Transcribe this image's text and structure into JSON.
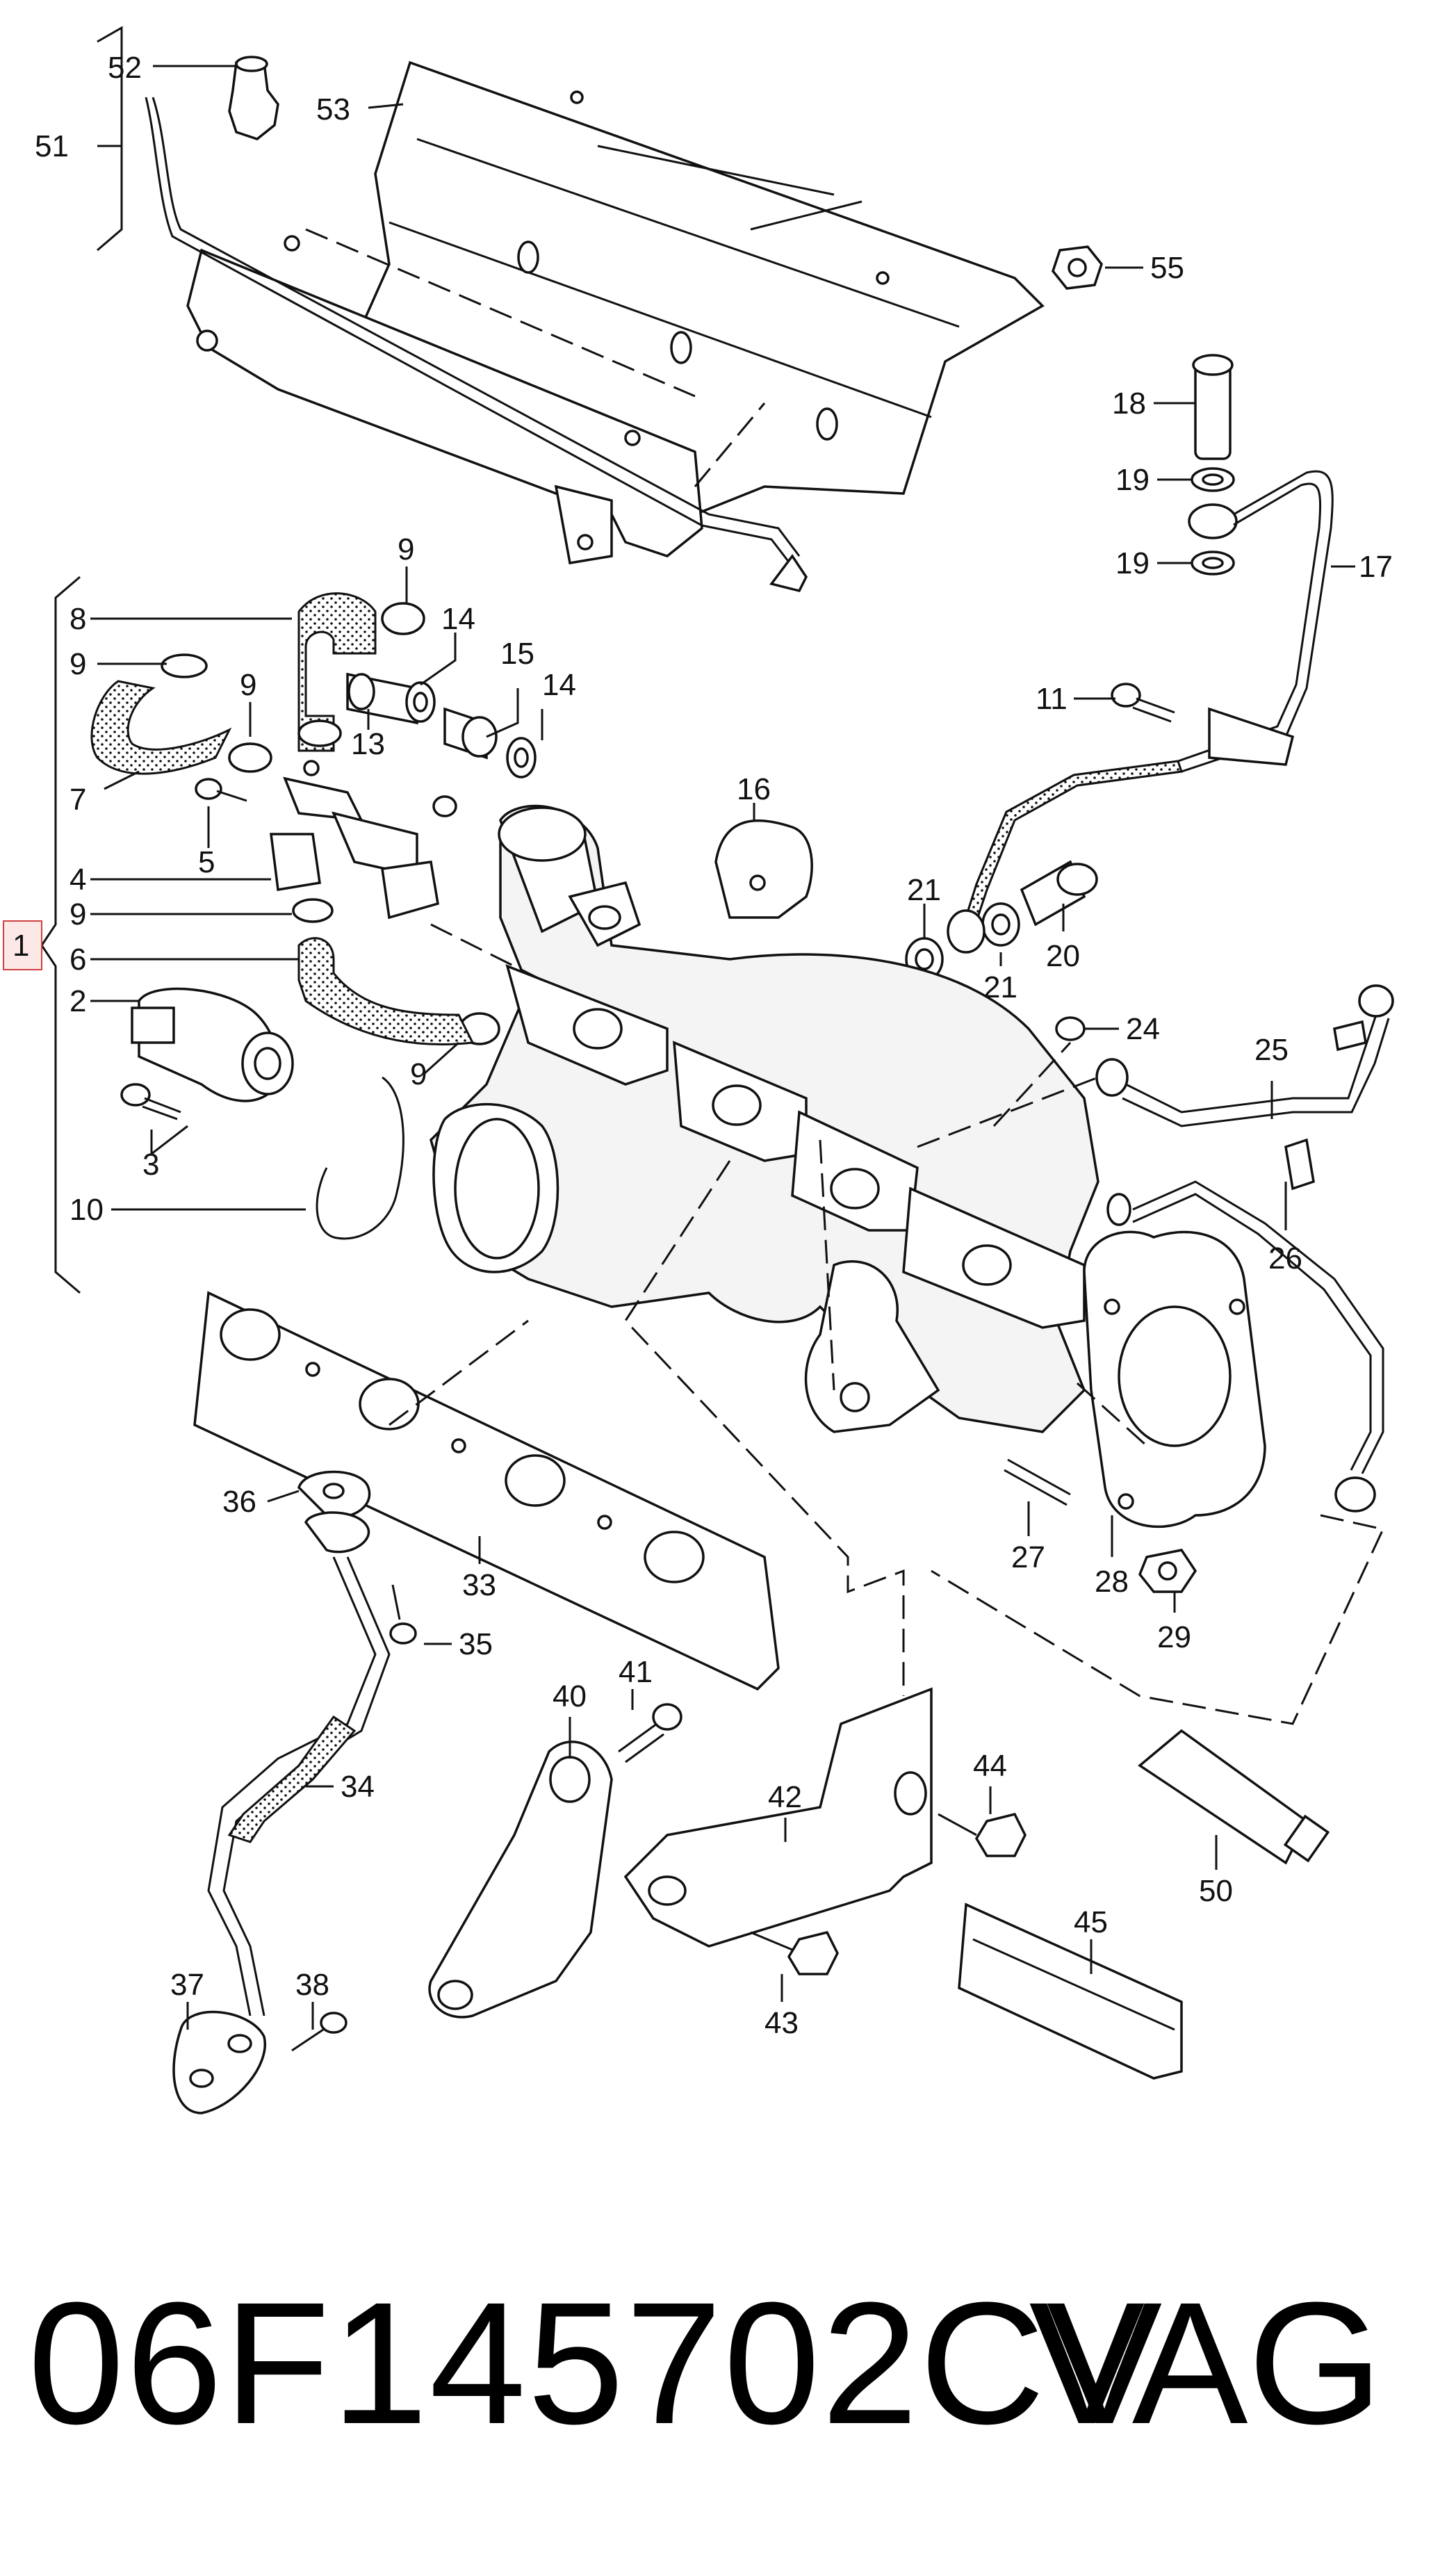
{
  "callouts": [
    {
      "id": "c52",
      "text": "52"
    },
    {
      "id": "c53",
      "text": "53"
    },
    {
      "id": "c51",
      "text": "51"
    },
    {
      "id": "c55",
      "text": "55"
    },
    {
      "id": "c18",
      "text": "18"
    },
    {
      "id": "c19a",
      "text": "19"
    },
    {
      "id": "c19b",
      "text": "19"
    },
    {
      "id": "c17",
      "text": "17"
    },
    {
      "id": "c11",
      "text": "11"
    },
    {
      "id": "c21a",
      "text": "21"
    },
    {
      "id": "c21b",
      "text": "21"
    },
    {
      "id": "c20",
      "text": "20"
    },
    {
      "id": "c16",
      "text": "16"
    },
    {
      "id": "c9a",
      "text": "9"
    },
    {
      "id": "c8",
      "text": "8"
    },
    {
      "id": "c14a",
      "text": "14"
    },
    {
      "id": "c15",
      "text": "15"
    },
    {
      "id": "c14b",
      "text": "14"
    },
    {
      "id": "c9b",
      "text": "9"
    },
    {
      "id": "c9c",
      "text": "9"
    },
    {
      "id": "c13",
      "text": "13"
    },
    {
      "id": "c7",
      "text": "7"
    },
    {
      "id": "c5",
      "text": "5"
    },
    {
      "id": "c4",
      "text": "4"
    },
    {
      "id": "c9d",
      "text": "9"
    },
    {
      "id": "c1",
      "text": "1"
    },
    {
      "id": "c6",
      "text": "6"
    },
    {
      "id": "c2",
      "text": "2"
    },
    {
      "id": "c9e",
      "text": "9"
    },
    {
      "id": "c3",
      "text": "3"
    },
    {
      "id": "c10",
      "text": "10"
    },
    {
      "id": "c24",
      "text": "24"
    },
    {
      "id": "c25",
      "text": "25"
    },
    {
      "id": "c26",
      "text": "26"
    },
    {
      "id": "c27",
      "text": "27"
    },
    {
      "id": "c28",
      "text": "28"
    },
    {
      "id": "c29",
      "text": "29"
    },
    {
      "id": "c36",
      "text": "36"
    },
    {
      "id": "c33",
      "text": "33"
    },
    {
      "id": "c35",
      "text": "35"
    },
    {
      "id": "c40",
      "text": "40"
    },
    {
      "id": "c41",
      "text": "41"
    },
    {
      "id": "c42",
      "text": "42"
    },
    {
      "id": "c44",
      "text": "44"
    },
    {
      "id": "c34",
      "text": "34"
    },
    {
      "id": "c50",
      "text": "50"
    },
    {
      "id": "c45",
      "text": "45"
    },
    {
      "id": "c43",
      "text": "43"
    },
    {
      "id": "c37",
      "text": "37"
    },
    {
      "id": "c38",
      "text": "38"
    }
  ],
  "footer": {
    "part_number": "06F145702CV",
    "brand": "VAG"
  },
  "colors": {
    "line": "#111111",
    "background": "#ffffff",
    "highlight_box_fill": "#fde8e8",
    "highlight_box_stroke": "#d04040"
  }
}
